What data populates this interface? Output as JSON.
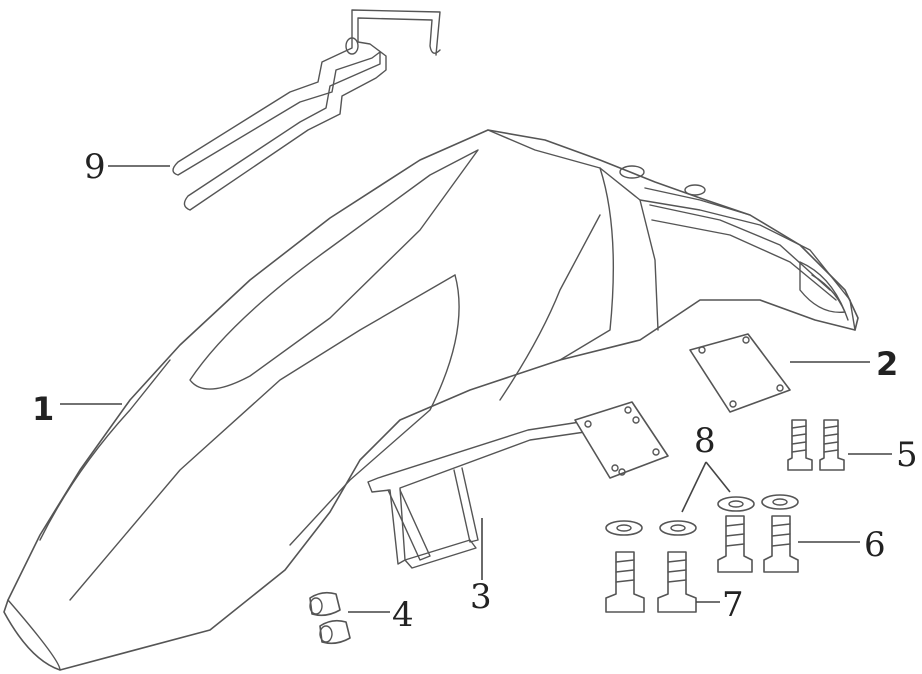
{
  "diagram": {
    "callouts": [
      {
        "id": "c1",
        "text": "1"
      },
      {
        "id": "c2",
        "text": "2"
      },
      {
        "id": "c3",
        "text": "3"
      },
      {
        "id": "c4",
        "text": "4"
      },
      {
        "id": "c5",
        "text": "5"
      },
      {
        "id": "c6",
        "text": "6"
      },
      {
        "id": "c7",
        "text": "7"
      },
      {
        "id": "c8",
        "text": "8"
      },
      {
        "id": "c9",
        "text": "9"
      }
    ]
  },
  "colors": {
    "line": "#555555",
    "text": "#222222",
    "background": "#ffffff"
  }
}
